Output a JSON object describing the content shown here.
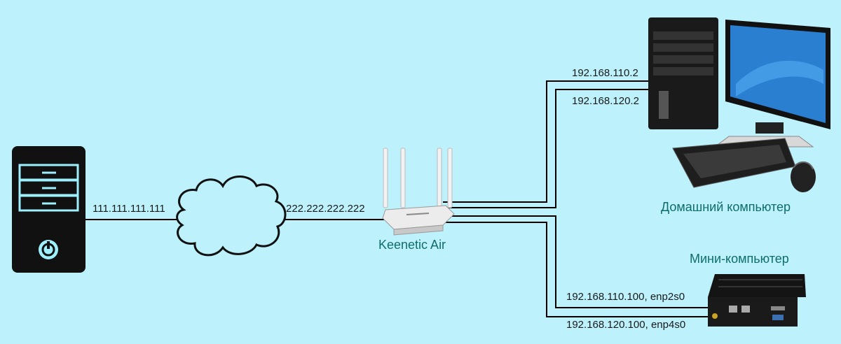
{
  "diagram": {
    "colors": {
      "background": "#bdf1fb",
      "device_dark": "#111111",
      "accent_teal": "#0f6e6a",
      "line": "#000000"
    },
    "nodes": {
      "server": {
        "icon": "server-tower-icon"
      },
      "internet": {
        "icon": "cloud-icon"
      },
      "router": {
        "icon": "router-icon",
        "label": "Keenetic Air"
      },
      "home_pc": {
        "icon": "desktop-computer-icon",
        "label": "Домашний компьютер"
      },
      "mini_pc": {
        "icon": "mini-pc-icon",
        "label": "Мини-компьютер"
      }
    },
    "links": {
      "server_ip": "111.111.111.111",
      "router_wan_ip": "222.222.222.222",
      "home_pc_ip_1": "192.168.110.2",
      "home_pc_ip_2": "192.168.120.2",
      "mini_pc_ip_1": "192.168.110.100, enp2s0",
      "mini_pc_ip_2": "192.168.120.100, enp4s0"
    }
  }
}
